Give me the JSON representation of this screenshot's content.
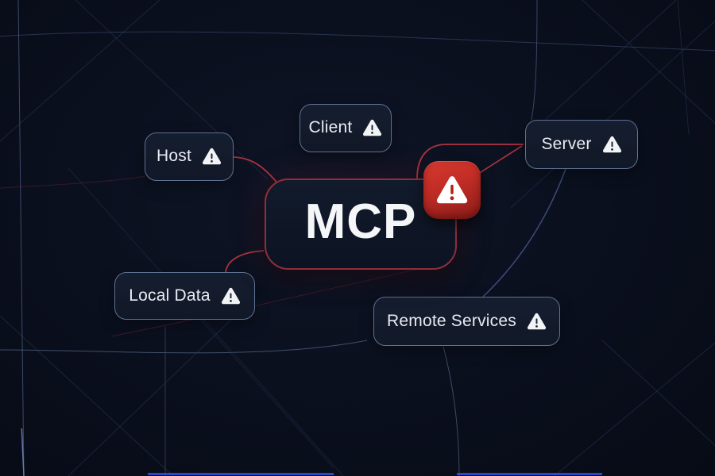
{
  "diagram": {
    "center": {
      "label": "MCP",
      "icon": "warning-triangle-icon"
    },
    "nodes": [
      {
        "id": "host",
        "label": "Host",
        "icon": "warning-triangle-icon"
      },
      {
        "id": "client",
        "label": "Client",
        "icon": "warning-triangle-icon"
      },
      {
        "id": "server",
        "label": "Server",
        "icon": "warning-triangle-icon"
      },
      {
        "id": "local-data",
        "label": "Local Data",
        "icon": "warning-triangle-icon"
      },
      {
        "id": "remote-services",
        "label": "Remote Services",
        "icon": "warning-triangle-icon"
      }
    ],
    "badge": {
      "icon": "warning-triangle-icon"
    },
    "colors": {
      "background": "#0a0f1d",
      "node_fill": "#131c2d",
      "node_border": "#5f7192",
      "node_text": "#e8ebf2",
      "mcp_border": "#8e2f3a",
      "mcp_text": "#f5f6f8",
      "badge_red": "#c22d26",
      "connector_red": "#b13440",
      "connector_purple": "#44509a",
      "connector_blue": "#3c4c78",
      "grid_line": "#2e3c5e",
      "accent_blue": "#2f52e8"
    }
  }
}
